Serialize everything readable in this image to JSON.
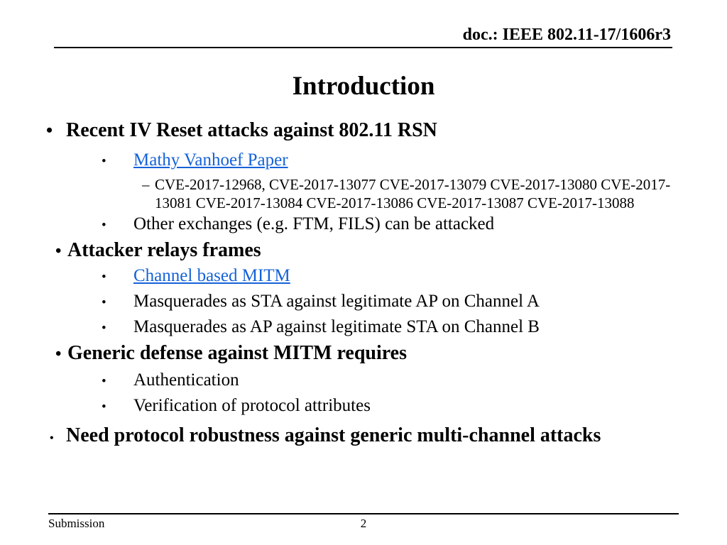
{
  "page": {
    "background": "#FFFFFF",
    "text_color": "#000000",
    "link_color": "#1562D8"
  },
  "header": {
    "doc_reference": "doc.: IEEE 802.11-17/1606r3"
  },
  "title": "Introduction",
  "glyphs": {
    "bullet": "•",
    "dash": "–"
  },
  "content": {
    "items": [
      {
        "text": "Recent IV Reset attacks against 802.11 RSN"
      },
      {
        "text": "Mathy Vanhoef Paper",
        "link": true
      },
      {
        "text": "CVE-2017-12968, CVE-2017-13077 CVE-2017-13079 CVE-2017-13080 CVE-2017-13081 CVE-2017-13084 CVE-2017-13086 CVE-2017-13087 CVE-2017-13088"
      },
      {
        "text": "Other exchanges (e.g. FTM, FILS) can be attacked"
      },
      {
        "text": "Attacker relays frames"
      },
      {
        "text": "Channel based MITM",
        "link": true
      },
      {
        "text": "Masquerades as STA against legitimate AP on Channel A"
      },
      {
        "text": "Masquerades as AP against legitimate STA on Channel B"
      },
      {
        "text": "Generic defense against MITM requires"
      },
      {
        "text": "Authentication"
      },
      {
        "text": "Verification of protocol attributes"
      },
      {
        "text": "Need protocol robustness against generic multi-channel attacks"
      }
    ]
  },
  "footer": {
    "submission_label": "Submission",
    "page_number": "2"
  }
}
